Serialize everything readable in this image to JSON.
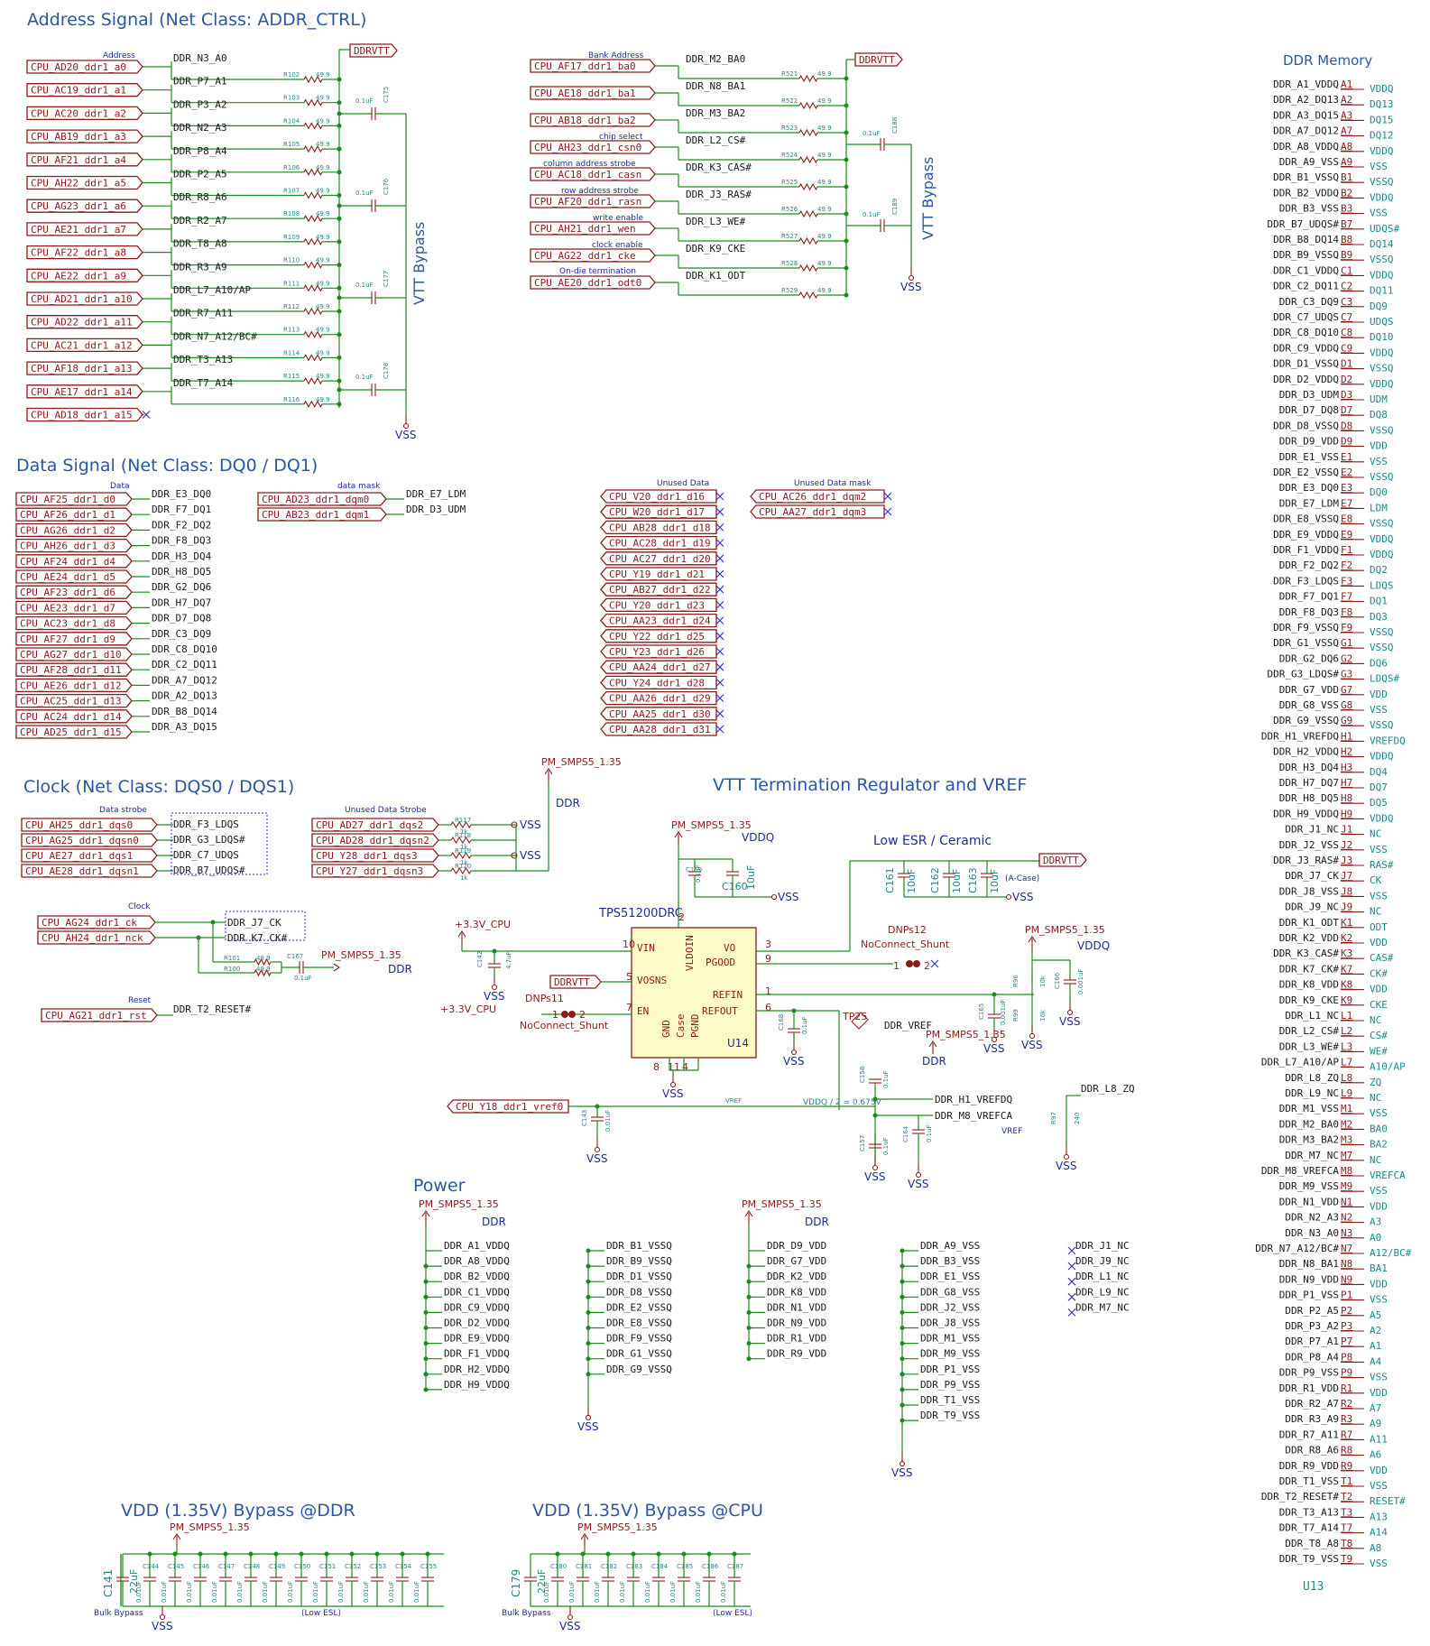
{
  "sections": {
    "address": "Address Signal (Net Class: ADDR_CTRL)",
    "data": "Data Signal (Net Class: DQ0 / DQ1)",
    "clock": "Clock (Net Class: DQS0 / DQS1)",
    "vtt": "VTT Termination Regulator and VREF",
    "power": "Power",
    "vdd_ddr": "VDD (1.35V) Bypass @DDR",
    "vdd_cpu": "VDD (1.35V) Bypass @CPU",
    "memory": "DDR Memory"
  },
  "labels": {
    "address": "Address",
    "bank_address": "Bank Address",
    "chip_select": "chip select",
    "column_strobe": "column address strobe",
    "row_strobe": "row address strobe",
    "write_enable": "write enable",
    "clock_enable": "clock enable",
    "odt": "On-die termination",
    "vtt_bypass": "VTT Bypass",
    "data": "Data",
    "data_mask": "data mask",
    "unused_data": "Unused Data",
    "unused_mask": "Unused Data mask",
    "data_strobe": "Data strobe",
    "unused_strobe": "Unused Data Strobe",
    "clock": "Clock",
    "reset": "Reset",
    "low_esr": "Low ESR / Ceramic",
    "a_case": "(A-Case)",
    "vref": "VREF",
    "vref_net": "VREF",
    "vddq_half": "VDDQ / 2 = 0.675V",
    "bulk_bypass": "Bulk Bypass",
    "low_esl": "(Low ESL)",
    "u13": "U13",
    "u14": "U14",
    "chip": "TPS51200DRC",
    "dnp12": "DNPs12",
    "dnp11": "DNPs11",
    "noconnect": "NoConnect_Shunt",
    "tp25": "TP25",
    "ddr_vref": "DDR_VREF",
    "ddr_l8_zq": "DDR_L8_ZQ"
  },
  "power": {
    "ddrvtt": "DDRVTT",
    "vss": "VSS",
    "pm": "PM_SMPS5_1.35",
    "ddr": "DDR",
    "vddq": "VDDQ",
    "v33": "+3.3V_CPU"
  },
  "address_rows": [
    {
      "cpu": "CPU_AD20_ddr1_a0",
      "net": "DDR_N3_A0",
      "r": "R102"
    },
    {
      "cpu": "CPU_AC19_ddr1_a1",
      "net": "DDR_P7_A1",
      "r": "R103"
    },
    {
      "cpu": "CPU_AC20_ddr1_a2",
      "net": "DDR_P3_A2",
      "r": "R104"
    },
    {
      "cpu": "CPU_AB19_ddr1_a3",
      "net": "DDR_N2_A3",
      "r": "R105"
    },
    {
      "cpu": "CPU_AF21_ddr1_a4",
      "net": "DDR_P8_A4",
      "r": "R106"
    },
    {
      "cpu": "CPU_AH22_ddr1_a5",
      "net": "DDR_P2_A5",
      "r": "R107"
    },
    {
      "cpu": "CPU_AG23_ddr1_a6",
      "net": "DDR_R8_A6",
      "r": "R108"
    },
    {
      "cpu": "CPU_AE21_ddr1_a7",
      "net": "DDR_R2_A7",
      "r": "R109"
    },
    {
      "cpu": "CPU_AF22_ddr1_a8",
      "net": "DDR_T8_A8",
      "r": "R110"
    },
    {
      "cpu": "CPU_AE22_ddr1_a9",
      "net": "DDR_R3_A9",
      "r": "R111"
    },
    {
      "cpu": "CPU_AD21_ddr1_a10",
      "net": "DDR_L7_A10/AP",
      "r": "R112"
    },
    {
      "cpu": "CPU_AD22_ddr1_a11",
      "net": "DDR_R7_A11",
      "r": "R113"
    },
    {
      "cpu": "CPU_AC21_ddr1_a12",
      "net": "DDR_N7_A12/BC#",
      "r": "R114"
    },
    {
      "cpu": "CPU_AF18_ddr1_a13",
      "net": "DDR_T3_A13",
      "r": "R115"
    },
    {
      "cpu": "CPU_AE17_ddr1_a14",
      "net": "DDR_T7_A14",
      "r": "R116"
    },
    {
      "cpu": "CPU_AD18_ddr1_a15",
      "net": "",
      "r": ""
    }
  ],
  "address_caps": [
    {
      "ref": "C175",
      "val": "0.1uF"
    },
    {
      "ref": "C176",
      "val": "0.1uF"
    },
    {
      "ref": "C177",
      "val": "0.1uF"
    },
    {
      "ref": "C178",
      "val": "0.1uF"
    }
  ],
  "bank_rows": [
    {
      "cpu": "CPU_AF17_ddr1_ba0",
      "net": "DDR_M2_BA0",
      "r": "R521"
    },
    {
      "cpu": "CPU_AE18_ddr1_ba1",
      "net": "DDR_N8_BA1",
      "r": "R522"
    },
    {
      "cpu": "CPU_AB18_ddr1_ba2",
      "net": "DDR_M3_BA2",
      "r": "R523"
    },
    {
      "cpu": "CPU_AH23_ddr1_csn0",
      "net": "DDR_L2_CS#",
      "r": "R524"
    },
    {
      "cpu": "CPU_AC18_ddr1_casn",
      "net": "DDR_K3_CAS#",
      "r": "R525"
    },
    {
      "cpu": "CPU_AF20_ddr1_rasn",
      "net": "DDR_J3_RAS#",
      "r": "R526"
    },
    {
      "cpu": "CPU_AH21_ddr1_wen",
      "net": "DDR_L3_WE#",
      "r": "R527"
    },
    {
      "cpu": "CPU_AG22_ddr1_cke",
      "net": "DDR_K9_CKE",
      "r": "R528"
    },
    {
      "cpu": "CPU_AE20_ddr1_odt0",
      "net": "DDR_K1_ODT",
      "r": "R529"
    }
  ],
  "bank_caps": [
    {
      "ref": "C188",
      "val": "0.1uF"
    },
    {
      "ref": "C189",
      "val": "0.1uF"
    }
  ],
  "res_val": "49.9",
  "data_rows": [
    {
      "cpu": "CPU_AF25_ddr1_d0",
      "net": "DDR_E3_DQ0"
    },
    {
      "cpu": "CPU_AF26_ddr1_d1",
      "net": "DDR_F7_DQ1"
    },
    {
      "cpu": "CPU_AG26_ddr1_d2",
      "net": "DDR_F2_DQ2"
    },
    {
      "cpu": "CPU_AH26_ddr1_d3",
      "net": "DDR_F8_DQ3"
    },
    {
      "cpu": "CPU_AF24_ddr1_d4",
      "net": "DDR_H3_DQ4"
    },
    {
      "cpu": "CPU_AE24_ddr1_d5",
      "net": "DDR_H8_DQ5"
    },
    {
      "cpu": "CPU_AF23_ddr1_d6",
      "net": "DDR_G2_DQ6"
    },
    {
      "cpu": "CPU_AE23_ddr1_d7",
      "net": "DDR_H7_DQ7"
    },
    {
      "cpu": "CPU_AC23_ddr1_d8",
      "net": "DDR_D7_DQ8"
    },
    {
      "cpu": "CPU_AF27_ddr1_d9",
      "net": "DDR_C3_DQ9"
    },
    {
      "cpu": "CPU_AG27_ddr1_d10",
      "net": "DDR_C8_DQ10"
    },
    {
      "cpu": "CPU_AF28_ddr1_d11",
      "net": "DDR_C2_DQ11"
    },
    {
      "cpu": "CPU_AE26_ddr1_d12",
      "net": "DDR_A7_DQ12"
    },
    {
      "cpu": "CPU_AC25_ddr1_d13",
      "net": "DDR_A2_DQ13"
    },
    {
      "cpu": "CPU_AC24_ddr1_d14",
      "net": "DDR_B8_DQ14"
    },
    {
      "cpu": "CPU_AD25_ddr1_d15",
      "net": "DDR_A3_DQ15"
    }
  ],
  "mask_rows": [
    {
      "cpu": "CPU_AD23_ddr1_dqm0",
      "net": "DDR_E7_LDM"
    },
    {
      "cpu": "CPU_AB23_ddr1_dqm1",
      "net": "DDR_D3_UDM"
    }
  ],
  "unused_data": [
    "CPU_V20_ddr1_d16",
    "CPU_W20_ddr1_d17",
    "CPU_AB28_ddr1_d18",
    "CPU_AC28_ddr1_d19",
    "CPU_AC27_ddr1_d20",
    "CPU_Y19_ddr1_d21",
    "CPU_AB27_ddr1_d22",
    "CPU_Y20_ddr1_d23",
    "CPU_AA23_ddr1_d24",
    "CPU_Y22_ddr1_d25",
    "CPU_Y23_ddr1_d26",
    "CPU_AA24_ddr1_d27",
    "CPU_Y24_ddr1_d28",
    "CPU_AA26_ddr1_d29",
    "CPU_AA25_ddr1_d30",
    "CPU_AA28_ddr1_d31"
  ],
  "unused_mask": [
    "CPU_AC26_ddr1_dqm2",
    "CPU_AA27_ddr1_dqm3"
  ],
  "strobe_rows": [
    {
      "cpu": "CPU_AH25_ddr1_dqs0",
      "net": "DDR_F3_LDQS"
    },
    {
      "cpu": "CPU_AG25_ddr1_dqsn0",
      "net": "DDR_G3_LDQS#"
    },
    {
      "cpu": "CPU_AE27_ddr1_dqs1",
      "net": "DDR_C7_UDQS"
    },
    {
      "cpu": "CPU_AE28_ddr1_dqsn1",
      "net": "DDR_B7_UDQS#"
    }
  ],
  "unused_strobe": [
    {
      "cpu": "CPU_AD27_ddr1_dqs2",
      "r": "R117"
    },
    {
      "cpu": "CPU_AD28_ddr1_dqsn2",
      "r": "R118"
    },
    {
      "cpu": "CPU_Y28_ddr1_dqs3",
      "r": "R119"
    },
    {
      "cpu": "CPU_Y27_ddr1_dqsn3",
      "r": "R120"
    }
  ],
  "res_1k": "1k",
  "clock_rows": [
    {
      "cpu": "CPU_AG24_ddr1_ck",
      "net": "DDR_J7_CK"
    },
    {
      "cpu": "CPU_AH24_ddr1_nck",
      "net": "DDR_K7_CK#"
    }
  ],
  "clock_r": [
    "R101",
    "R100"
  ],
  "clock_c": {
    "ref": "C167",
    "val": "0.1uF"
  },
  "reset": {
    "cpu": "CPU_AG21_ddr1_rst",
    "net": "DDR_T2_RESET#"
  },
  "vref_cpu": "CPU_Y18_ddr1_vref0",
  "vref_nets": [
    "DDR_H1_VREFDQ",
    "DDR_M8_VREFCA"
  ],
  "u14_pins": {
    "vin": "VIN",
    "vldoin": "VLDOIN",
    "vo": "VO",
    "pgood": "PGOOD",
    "vosns": "VOSNS",
    "refin": "REFIN",
    "en": "EN",
    "refout": "REFOUT",
    "gnd": "GND",
    "case": "Case",
    "pgnd": "PGND"
  },
  "u14_pin_nums": {
    "vin": "10",
    "vldoin": "2",
    "vo": "3",
    "pgood": "9",
    "vosns": "5",
    "refin": "1",
    "en": "7",
    "refout": "6",
    "b": "8",
    "c": "11",
    "d": "4"
  },
  "caps_vtt": [
    {
      "ref": "C159",
      "val": "0.1uF"
    },
    {
      "ref": "C160",
      "val": "10uF"
    },
    {
      "ref": "C161",
      "val": "10uF"
    },
    {
      "ref": "C162",
      "val": "10uF"
    },
    {
      "ref": "C163",
      "val": "10uF"
    },
    {
      "ref": "C142",
      "val": "4.7uF"
    },
    {
      "ref": "C165",
      "val": "0.001uF"
    },
    {
      "ref": "C166",
      "val": "0.001uF"
    },
    {
      "ref": "C168",
      "val": "0.1uF"
    },
    {
      "ref": "C158",
      "val": "0.1uF"
    },
    {
      "ref": "C157",
      "val": "0.1uF"
    },
    {
      "ref": "C164",
      "val": "0.1uF"
    },
    {
      "ref": "C143",
      "val": "0.01uF"
    }
  ],
  "vtt_res": [
    {
      "ref": "R96",
      "val": "10k"
    },
    {
      "ref": "R99",
      "val": "10k"
    },
    {
      "ref": "R97",
      "val": "240"
    }
  ],
  "power_vddq": [
    "DDR_A1_VDDQ",
    "DDR_A8_VDDQ",
    "DDR_B2_VDDQ",
    "DDR_C1_VDDQ",
    "DDR_C9_VDDQ",
    "DDR_D2_VDDQ",
    "DDR_E9_VDDQ",
    "DDR_F1_VDDQ",
    "DDR_H2_VDDQ",
    "DDR_H9_VDDQ"
  ],
  "power_vssq": [
    "DDR_B1_VSSQ",
    "DDR_B9_VSSQ",
    "DDR_D1_VSSQ",
    "DDR_D8_VSSQ",
    "DDR_E2_VSSQ",
    "DDR_E8_VSSQ",
    "DDR_F9_VSSQ",
    "DDR_G1_VSSQ",
    "DDR_G9_VSSQ"
  ],
  "power_vdd": [
    "DDR_D9_VDD",
    "DDR_G7_VDD",
    "DDR_K2_VDD",
    "DDR_K8_VDD",
    "DDR_N1_VDD",
    "DDR_N9_VDD",
    "DDR_R1_VDD",
    "DDR_R9_VDD"
  ],
  "power_vss": [
    "DDR_A9_VSS",
    "DDR_B3_VSS",
    "DDR_E1_VSS",
    "DDR_G8_VSS",
    "DDR_J2_VSS",
    "DDR_J8_VSS",
    "DDR_M1_VSS",
    "DDR_M9_VSS",
    "DDR_P1_VSS",
    "DDR_P9_VSS",
    "DDR_T1_VSS",
    "DDR_T9_VSS"
  ],
  "power_nc": [
    "DDR_J1_NC",
    "DDR_J9_NC",
    "DDR_L1_NC",
    "DDR_L9_NC",
    "DDR_M7_NC"
  ],
  "bypass_ddr": {
    "bulk": {
      "ref": "C141",
      "val": "22uF"
    },
    "caps": [
      "C144",
      "C145",
      "C146",
      "C147",
      "C148",
      "C149",
      "C150",
      "C151",
      "C152",
      "C153",
      "C154",
      "C155"
    ],
    "val": "0.01uF"
  },
  "bypass_cpu": {
    "bulk": {
      "ref": "C179",
      "val": "22uF"
    },
    "caps": [
      "C180",
      "C181",
      "C182",
      "C183",
      "C184",
      "C185",
      "C186",
      "C187"
    ],
    "val": "0.01uF"
  },
  "u13_pins": [
    {
      "net": "DDR_A1_VDDQ",
      "pin": "A1",
      "fn": "VDDQ"
    },
    {
      "net": "DDR_A2_DQ13",
      "pin": "A2",
      "fn": "DQ13"
    },
    {
      "net": "DDR_A3_DQ15",
      "pin": "A3",
      "fn": "DQ15"
    },
    {
      "net": "DDR_A7_DQ12",
      "pin": "A7",
      "fn": "DQ12"
    },
    {
      "net": "DDR_A8_VDDQ",
      "pin": "A8",
      "fn": "VDDQ"
    },
    {
      "net": "DDR_A9_VSS",
      "pin": "A9",
      "fn": "VSS"
    },
    {
      "net": "DDR_B1_VSSQ",
      "pin": "B1",
      "fn": "VSSQ"
    },
    {
      "net": "DDR_B2_VDDQ",
      "pin": "B2",
      "fn": "VDDQ"
    },
    {
      "net": "DDR_B3_VSS",
      "pin": "B3",
      "fn": "VSS"
    },
    {
      "net": "DDR_B7_UDQS#",
      "pin": "B7",
      "fn": "UDQS#"
    },
    {
      "net": "DDR_B8_DQ14",
      "pin": "B8",
      "fn": "DQ14"
    },
    {
      "net": "DDR_B9_VSSQ",
      "pin": "B9",
      "fn": "VSSQ"
    },
    {
      "net": "DDR_C1_VDDQ",
      "pin": "C1",
      "fn": "VDDQ"
    },
    {
      "net": "DDR_C2_DQ11",
      "pin": "C2",
      "fn": "DQ11"
    },
    {
      "net": "DDR_C3_DQ9",
      "pin": "C3",
      "fn": "DQ9"
    },
    {
      "net": "DDR_C7_UDQS",
      "pin": "C7",
      "fn": "UDQS"
    },
    {
      "net": "DDR_C8_DQ10",
      "pin": "C8",
      "fn": "DQ10"
    },
    {
      "net": "DDR_C9_VDDQ",
      "pin": "C9",
      "fn": "VDDQ"
    },
    {
      "net": "DDR_D1_VSSQ",
      "pin": "D1",
      "fn": "VSSQ"
    },
    {
      "net": "DDR_D2_VDDQ",
      "pin": "D2",
      "fn": "VDDQ"
    },
    {
      "net": "DDR_D3_UDM",
      "pin": "D3",
      "fn": "UDM"
    },
    {
      "net": "DDR_D7_DQ8",
      "pin": "D7",
      "fn": "DQ8"
    },
    {
      "net": "DDR_D8_VSSQ",
      "pin": "D8",
      "fn": "VSSQ"
    },
    {
      "net": "DDR_D9_VDD",
      "pin": "D9",
      "fn": "VDD"
    },
    {
      "net": "DDR_E1_VSS",
      "pin": "E1",
      "fn": "VSS"
    },
    {
      "net": "DDR_E2_VSSQ",
      "pin": "E2",
      "fn": "VSSQ"
    },
    {
      "net": "DDR_E3_DQ0",
      "pin": "E3",
      "fn": "DQ0"
    },
    {
      "net": "DDR_E7_LDM",
      "pin": "E7",
      "fn": "LDM"
    },
    {
      "net": "DDR_E8_VSSQ",
      "pin": "E8",
      "fn": "VSSQ"
    },
    {
      "net": "DDR_E9_VDDQ",
      "pin": "E9",
      "fn": "VDDQ"
    },
    {
      "net": "DDR_F1_VDDQ",
      "pin": "F1",
      "fn": "VDDQ"
    },
    {
      "net": "DDR_F2_DQ2",
      "pin": "F2",
      "fn": "DQ2"
    },
    {
      "net": "DDR_F3_LDQS",
      "pin": "F3",
      "fn": "LDQS"
    },
    {
      "net": "DDR_F7_DQ1",
      "pin": "F7",
      "fn": "DQ1"
    },
    {
      "net": "DDR_F8_DQ3",
      "pin": "F8",
      "fn": "DQ3"
    },
    {
      "net": "DDR_F9_VSSQ",
      "pin": "F9",
      "fn": "VSSQ"
    },
    {
      "net": "DDR_G1_VSSQ",
      "pin": "G1",
      "fn": "VSSQ"
    },
    {
      "net": "DDR_G2_DQ6",
      "pin": "G2",
      "fn": "DQ6"
    },
    {
      "net": "DDR_G3_LDQS#",
      "pin": "G3",
      "fn": "LDQS#"
    },
    {
      "net": "DDR_G7_VDD",
      "pin": "G7",
      "fn": "VDD"
    },
    {
      "net": "DDR_G8_VSS",
      "pin": "G8",
      "fn": "VSS"
    },
    {
      "net": "DDR_G9_VSSQ",
      "pin": "G9",
      "fn": "VSSQ"
    },
    {
      "net": "DDR_H1_VREFDQ",
      "pin": "H1",
      "fn": "VREFDQ"
    },
    {
      "net": "DDR_H2_VDDQ",
      "pin": "H2",
      "fn": "VDDQ"
    },
    {
      "net": "DDR_H3_DQ4",
      "pin": "H3",
      "fn": "DQ4"
    },
    {
      "net": "DDR_H7_DQ7",
      "pin": "H7",
      "fn": "DQ7"
    },
    {
      "net": "DDR_H8_DQ5",
      "pin": "H8",
      "fn": "DQ5"
    },
    {
      "net": "DDR_H9_VDDQ",
      "pin": "H9",
      "fn": "VDDQ"
    },
    {
      "net": "DDR_J1_NC",
      "pin": "J1",
      "fn": "NC"
    },
    {
      "net": "DDR_J2_VSS",
      "pin": "J2",
      "fn": "VSS"
    },
    {
      "net": "DDR_J3_RAS#",
      "pin": "J3",
      "fn": "RAS#"
    },
    {
      "net": "DDR_J7_CK",
      "pin": "J7",
      "fn": "CK"
    },
    {
      "net": "DDR_J8_VSS",
      "pin": "J8",
      "fn": "VSS"
    },
    {
      "net": "DDR_J9_NC",
      "pin": "J9",
      "fn": "NC"
    },
    {
      "net": "DDR_K1_ODT",
      "pin": "K1",
      "fn": "ODT"
    },
    {
      "net": "DDR_K2_VDD",
      "pin": "K2",
      "fn": "VDD"
    },
    {
      "net": "DDR_K3_CAS#",
      "pin": "K3",
      "fn": "CAS#"
    },
    {
      "net": "DDR_K7_CK#",
      "pin": "K7",
      "fn": "CK#"
    },
    {
      "net": "DDR_K8_VDD",
      "pin": "K8",
      "fn": "VDD"
    },
    {
      "net": "DDR_K9_CKE",
      "pin": "K9",
      "fn": "CKE"
    },
    {
      "net": "DDR_L1_NC",
      "pin": "L1",
      "fn": "NC"
    },
    {
      "net": "DDR_L2_CS#",
      "pin": "L2",
      "fn": "CS#"
    },
    {
      "net": "DDR_L3_WE#",
      "pin": "L3",
      "fn": "WE#"
    },
    {
      "net": "DDR_L7_A10/AP",
      "pin": "L7",
      "fn": "A10/AP"
    },
    {
      "net": "DDR_L8_ZQ",
      "pin": "L8",
      "fn": "ZQ"
    },
    {
      "net": "DDR_L9_NC",
      "pin": "L9",
      "fn": "NC"
    },
    {
      "net": "DDR_M1_VSS",
      "pin": "M1",
      "fn": "VSS"
    },
    {
      "net": "DDR_M2_BA0",
      "pin": "M2",
      "fn": "BA0"
    },
    {
      "net": "DDR_M3_BA2",
      "pin": "M3",
      "fn": "BA2"
    },
    {
      "net": "DDR_M7_NC",
      "pin": "M7",
      "fn": "NC"
    },
    {
      "net": "DDR_M8_VREFCA",
      "pin": "M8",
      "fn": "VREFCA"
    },
    {
      "net": "DDR_M9_VSS",
      "pin": "M9",
      "fn": "VSS"
    },
    {
      "net": "DDR_N1_VDD",
      "pin": "N1",
      "fn": "VDD"
    },
    {
      "net": "DDR_N2_A3",
      "pin": "N2",
      "fn": "A3"
    },
    {
      "net": "DDR_N3_A0",
      "pin": "N3",
      "fn": "A0"
    },
    {
      "net": "DDR_N7_A12/BC#",
      "pin": "N7",
      "fn": "A12/BC#"
    },
    {
      "net": "DDR_N8_BA1",
      "pin": "N8",
      "fn": "BA1"
    },
    {
      "net": "DDR_N9_VDD",
      "pin": "N9",
      "fn": "VDD"
    },
    {
      "net": "DDR_P1_VSS",
      "pin": "P1",
      "fn": "VSS"
    },
    {
      "net": "DDR_P2_A5",
      "pin": "P2",
      "fn": "A5"
    },
    {
      "net": "DDR_P3_A2",
      "pin": "P3",
      "fn": "A2"
    },
    {
      "net": "DDR_P7_A1",
      "pin": "P7",
      "fn": "A1"
    },
    {
      "net": "DDR_P8_A4",
      "pin": "P8",
      "fn": "A4"
    },
    {
      "net": "DDR_P9_VSS",
      "pin": "P9",
      "fn": "VSS"
    },
    {
      "net": "DDR_R1_VDD",
      "pin": "R1",
      "fn": "VDD"
    },
    {
      "net": "DDR_R2_A7",
      "pin": "R2",
      "fn": "A7"
    },
    {
      "net": "DDR_R3_A9",
      "pin": "R3",
      "fn": "A9"
    },
    {
      "net": "DDR_R7_A11",
      "pin": "R7",
      "fn": "A11"
    },
    {
      "net": "DDR_R8_A6",
      "pin": "R8",
      "fn": "A6"
    },
    {
      "net": "DDR_R9_VDD",
      "pin": "R9",
      "fn": "VDD"
    },
    {
      "net": "DDR_T1_VSS",
      "pin": "T1",
      "fn": "VSS"
    },
    {
      "net": "DDR_T2_RESET#",
      "pin": "T2",
      "fn": "RESET#"
    },
    {
      "net": "DDR_T3_A13",
      "pin": "T3",
      "fn": "A13"
    },
    {
      "net": "DDR_T7_A14",
      "pin": "T7",
      "fn": "A14"
    },
    {
      "net": "DDR_T8_A8",
      "pin": "T8",
      "fn": "A8"
    },
    {
      "net": "DDR_T9_VSS",
      "pin": "T9",
      "fn": "VSS"
    }
  ]
}
